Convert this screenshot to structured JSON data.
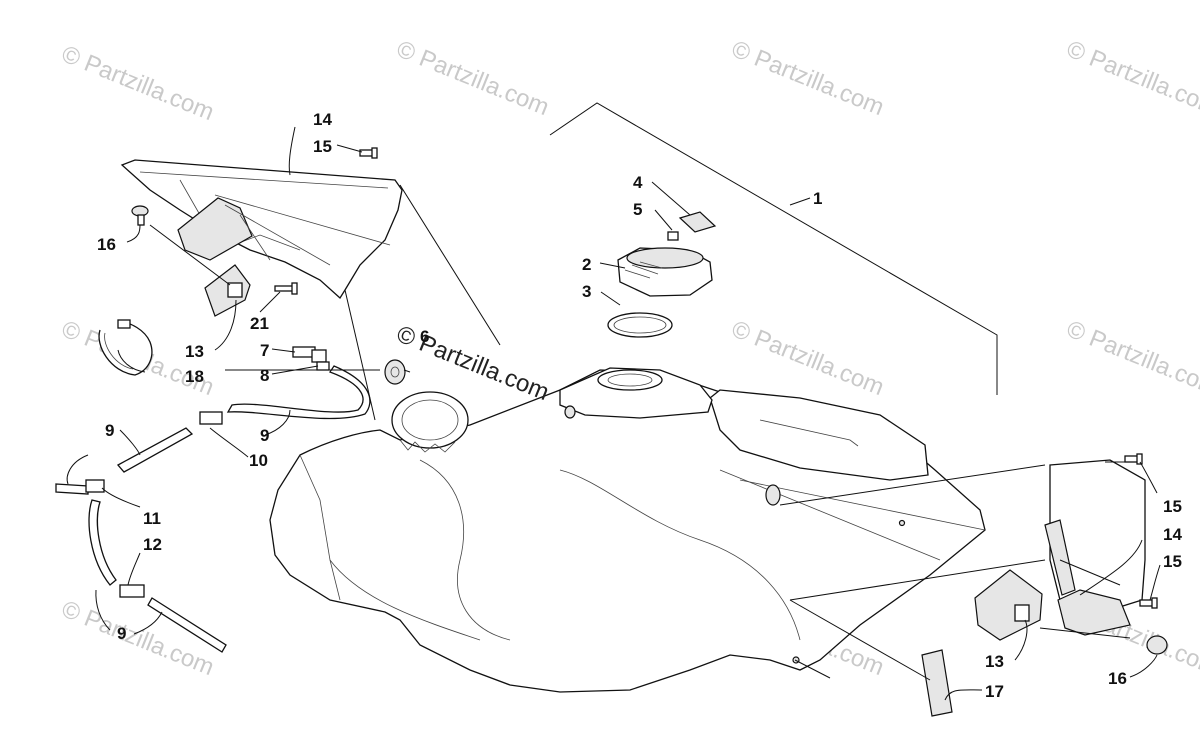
{
  "watermarks": {
    "text": "© Partzilla.com",
    "center_text": "© Partzilla.com"
  },
  "labels": {
    "l1": "1",
    "l2": "2",
    "l3": "3",
    "l4": "4",
    "l5": "5",
    "l6": "6",
    "l7": "7",
    "l8": "8",
    "l9a": "9",
    "l9b": "9",
    "l9c": "9",
    "l10": "10",
    "l11": "11",
    "l12": "12",
    "l13a": "13",
    "l13b": "13",
    "l14a": "14",
    "l14b": "14",
    "l15a": "15",
    "l15b": "15",
    "l15c": "15",
    "l16a": "16",
    "l16b": "16",
    "l17": "17",
    "l18": "18",
    "l21": "21"
  }
}
